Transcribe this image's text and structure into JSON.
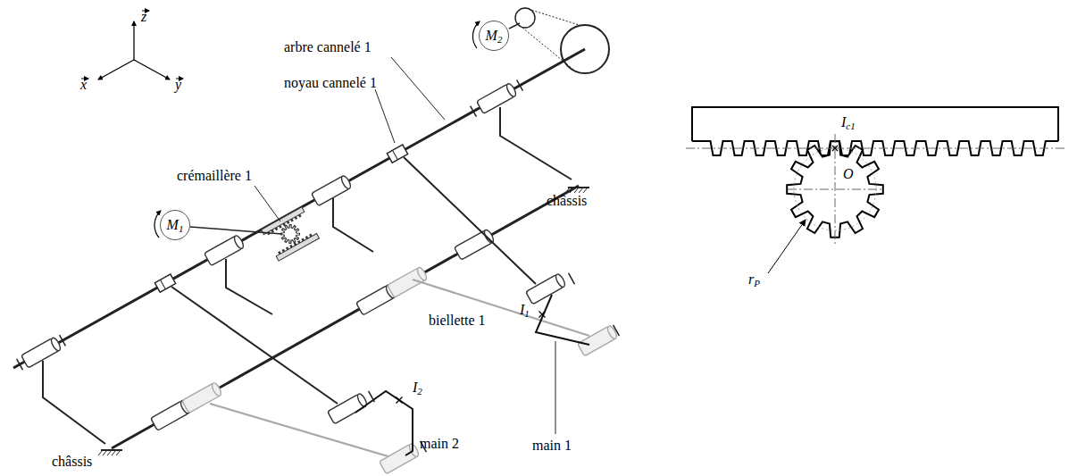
{
  "diagram": {
    "nodes": [
      {
        "text": [
          "M1"
        ]
      },
      {
        "text": [
          "M2"
        ]
      }
    ],
    "labels": [
      "z",
      "x",
      "y",
      "arbre cannelé 1",
      "noyau cannelé 1",
      "crémaillère 1",
      "châssis",
      "châssis",
      "biellette 1",
      "I1",
      "I2",
      "main 2",
      "main 1",
      "Ic1",
      "O",
      "rP"
    ]
  }
}
